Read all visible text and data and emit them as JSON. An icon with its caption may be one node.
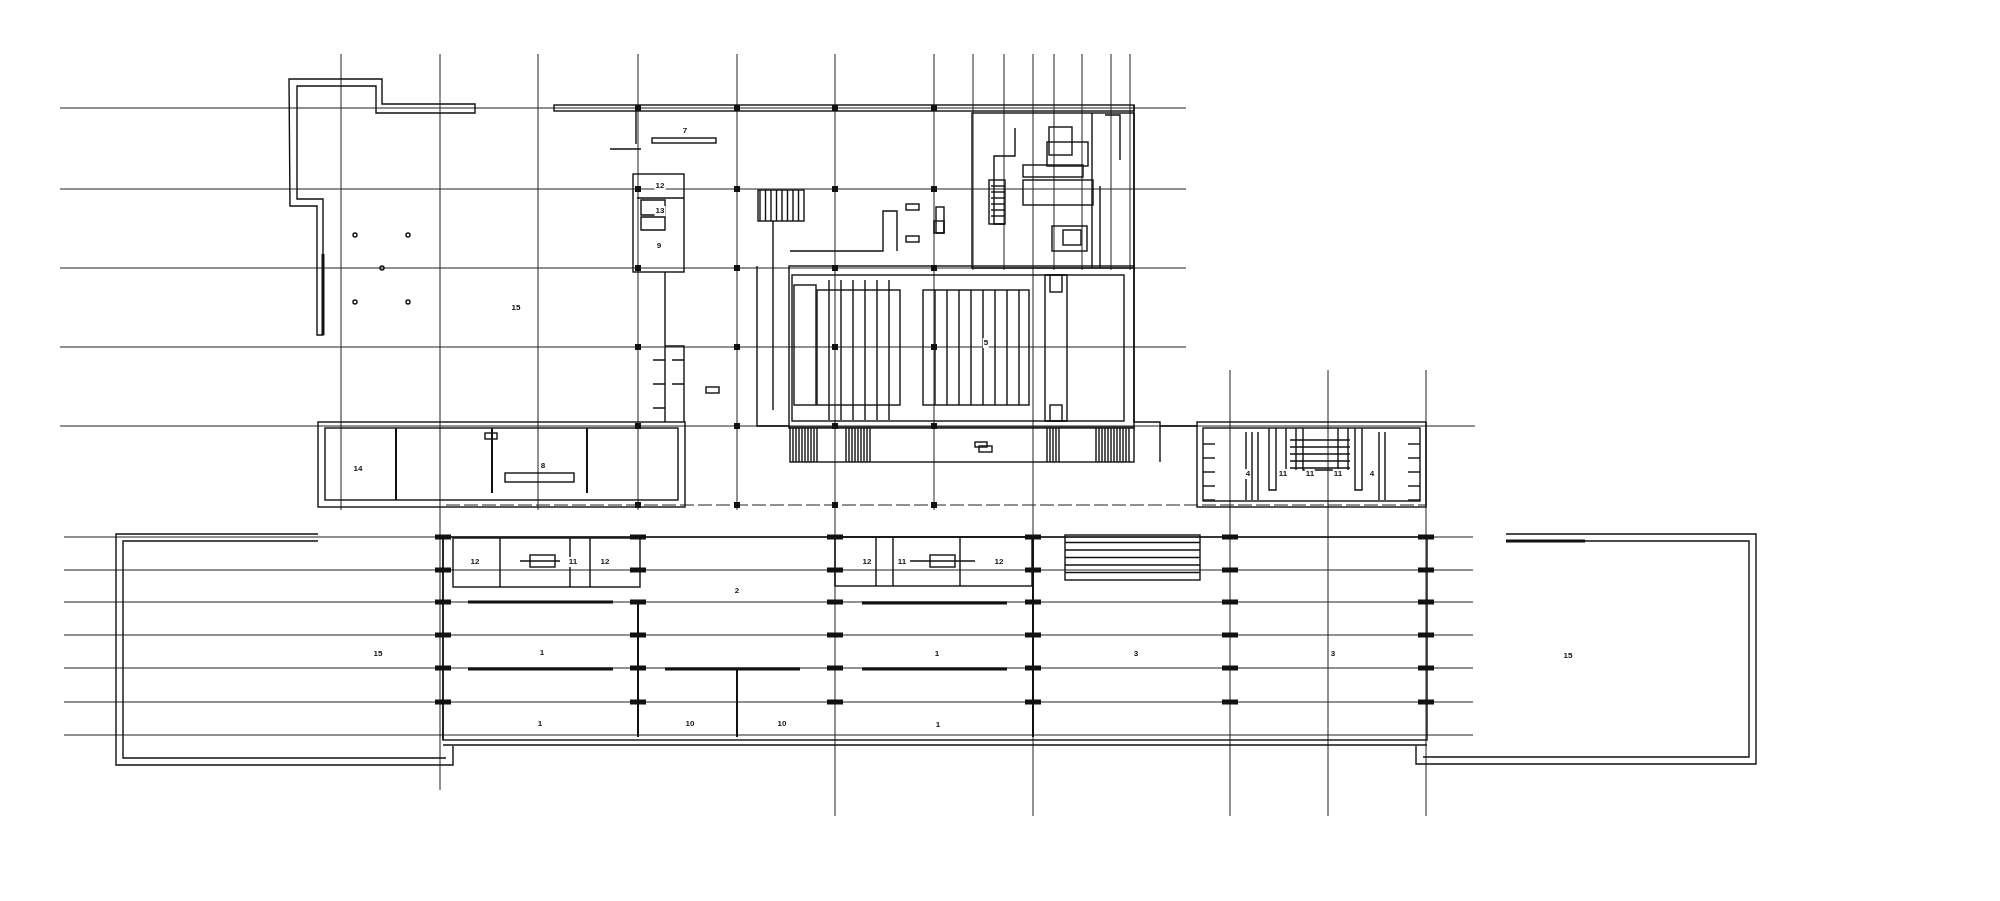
{
  "diagram": {
    "labels": [
      "7",
      "12",
      "13",
      "9",
      "15",
      "5",
      "14",
      "8",
      "4",
      "11",
      "11",
      "11",
      "4",
      "12",
      "11",
      "12",
      "12",
      "11",
      "12",
      "2",
      "15",
      "1",
      "1",
      "3",
      "3",
      "15",
      "1",
      "10",
      "10",
      "1"
    ]
  }
}
